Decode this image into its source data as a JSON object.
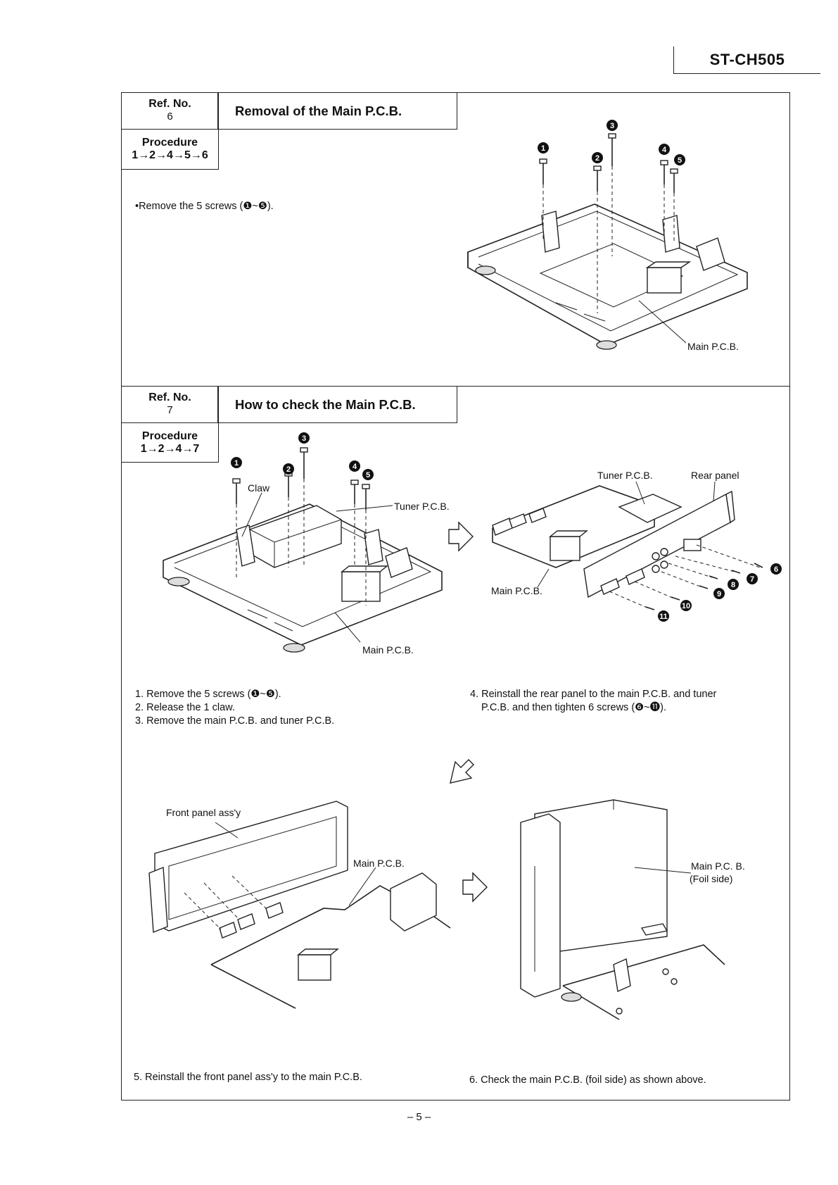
{
  "header": {
    "model": "ST-CH505"
  },
  "section6": {
    "ref_label": "Ref. No.",
    "ref_num": "6",
    "title": "Removal of the Main P.C.B.",
    "procedure_label": "Procedure",
    "procedure_steps": "1→2→4→5→6",
    "bullet": "•Remove the 5 screws (❶~❺).",
    "fig_label_main": "Main P.C.B."
  },
  "section7": {
    "ref_label": "Ref. No.",
    "ref_num": "7",
    "title": "How to check the Main P.C.B.",
    "procedure_label": "Procedure",
    "procedure_steps": "1→2→4→7",
    "step1": "1. Remove the 5 screws (❶~❺).",
    "step2": "2. Release the 1 claw.",
    "step3": "3. Remove the main P.C.B. and tuner P.C.B.",
    "step4_line1": "4. Reinstall the rear panel to the main P.C.B. and tuner",
    "step4_line2": "P.C.B. and then tighten 6 screws (❻~⓫).",
    "step5": "5. Reinstall the front panel ass'y to the main P.C.B.",
    "step6": "6. Check the main P.C.B. (foil side) as shown above.",
    "fig_labels": {
      "claw": "Claw",
      "tuner_pcb": "Tuner P.C.B.",
      "main_pcb": "Main P.C.B.",
      "tuner_pcb_2": "Tuner P.C.B.",
      "rear_panel": "Rear panel",
      "main_pcb_2": "Main P.C.B.",
      "front_panel": "Front panel ass'y",
      "main_pcb_3": "Main P.C.B.",
      "main_pcb_foil_1": "Main P.C. B.",
      "main_pcb_foil_2": "(Foil side)"
    }
  },
  "screw_numbers": {
    "n1": "1",
    "n2": "2",
    "n3": "3",
    "n4": "4",
    "n5": "5",
    "n6": "6",
    "n7": "7",
    "n8": "8",
    "n9": "9",
    "n10": "10",
    "n11": "11"
  },
  "footer": {
    "page": "– 5 –"
  }
}
